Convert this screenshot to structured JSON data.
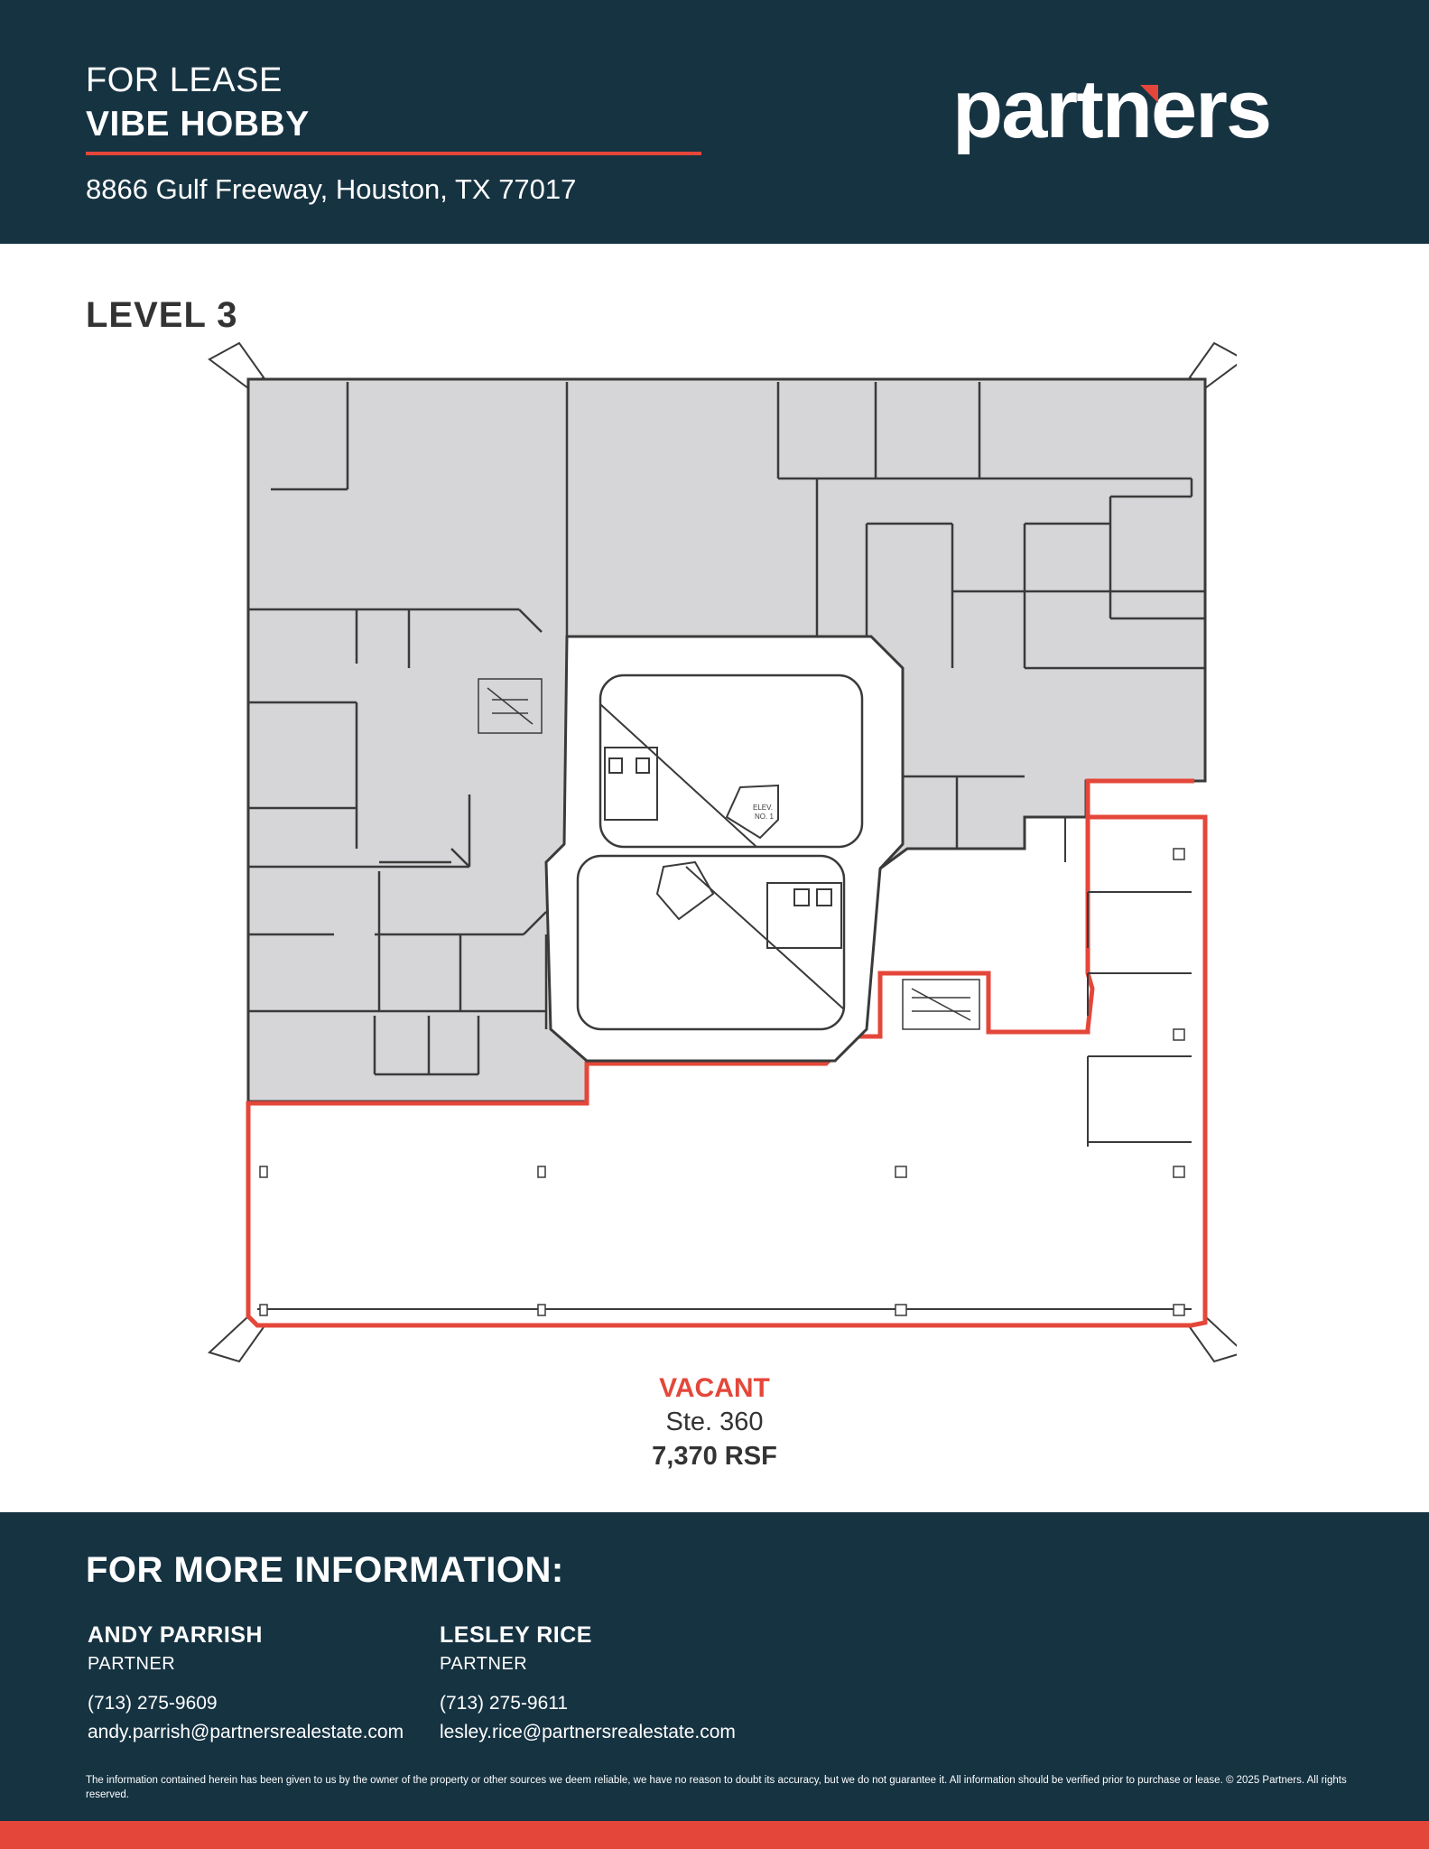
{
  "header": {
    "eyebrow": "FOR LEASE",
    "title": "VIBE HOBBY",
    "address": "8866 Gulf Freeway, Houston, TX 77017",
    "logo_text": "partners"
  },
  "level": {
    "title": "LEVEL 3"
  },
  "floor_plan": {
    "elevator_label_line1": "ELEV.",
    "elevator_label_line2": "NO. 1"
  },
  "status": {
    "label": "VACANT",
    "suite": "Ste. 360",
    "size": "7,370 RSF"
  },
  "footer": {
    "title": "FOR MORE INFORMATION:",
    "contacts": [
      {
        "name": "ANDY PARRISH",
        "role": "PARTNER",
        "phone": "(713) 275-9609",
        "email": "andy.parrish@partnersrealestate.com"
      },
      {
        "name": "LESLEY RICE",
        "role": "PARTNER",
        "phone": "(713) 275-9611",
        "email": "lesley.rice@partnersrealestate.com"
      }
    ],
    "disclaimer": "The information contained herein has been given to us by the owner of the property or other sources we deem reliable, we have no reason to doubt its accuracy, but we do not guarantee it. All information should be verified prior to purchase or lease. © 2025 Partners. All rights reserved."
  },
  "colors": {
    "navy": "#163342",
    "accent_red": "#e4473a",
    "occupied_gray": "#d6d6d8",
    "wall": "#3a3a3a"
  }
}
